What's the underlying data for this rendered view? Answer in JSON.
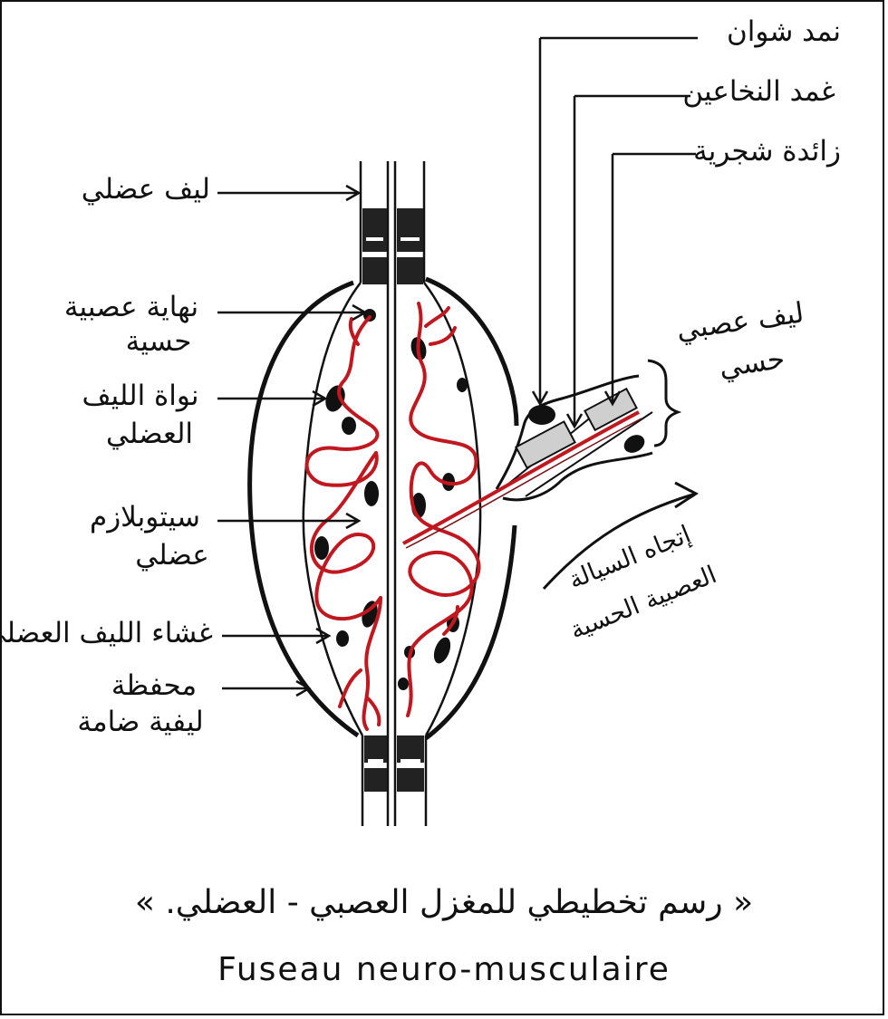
{
  "labels": {
    "schwann_nucleus": "نمد شوان",
    "myelin_sheath": "غمد النخاعين",
    "dendrite": "زائدة شجرية",
    "muscle_fiber": "ليف عضلي",
    "sensory_nerve_ending_1": "نهاية عصبية",
    "sensory_nerve_ending_2": "حسية",
    "fiber_nucleus_1": "نواة الليف",
    "fiber_nucleus_2": "العضلي",
    "sarcoplasm_1": "سيتوبلازم",
    "sarcoplasm_2": "عضلي",
    "sarcolemma": "غشاء الليف العضلي",
    "capsule_1": "محفظة",
    "capsule_2": "ليفية ضامة",
    "sensory_nerve_fiber_1": "ليف عصبي",
    "sensory_nerve_fiber_2": "حسي",
    "impulse_direction_1": "إتجاه السيالة",
    "impulse_direction_2": "العصبية الحسية"
  },
  "caption": {
    "arabic": "« رسم تخطيطي للمغزل العصبي - العضلي. »",
    "french": "Fuseau neuro-musculaire"
  },
  "colors": {
    "ink": "#111111",
    "nerve": "#c0181e",
    "band": "#222222",
    "sheath": "#cfcfcf"
  }
}
